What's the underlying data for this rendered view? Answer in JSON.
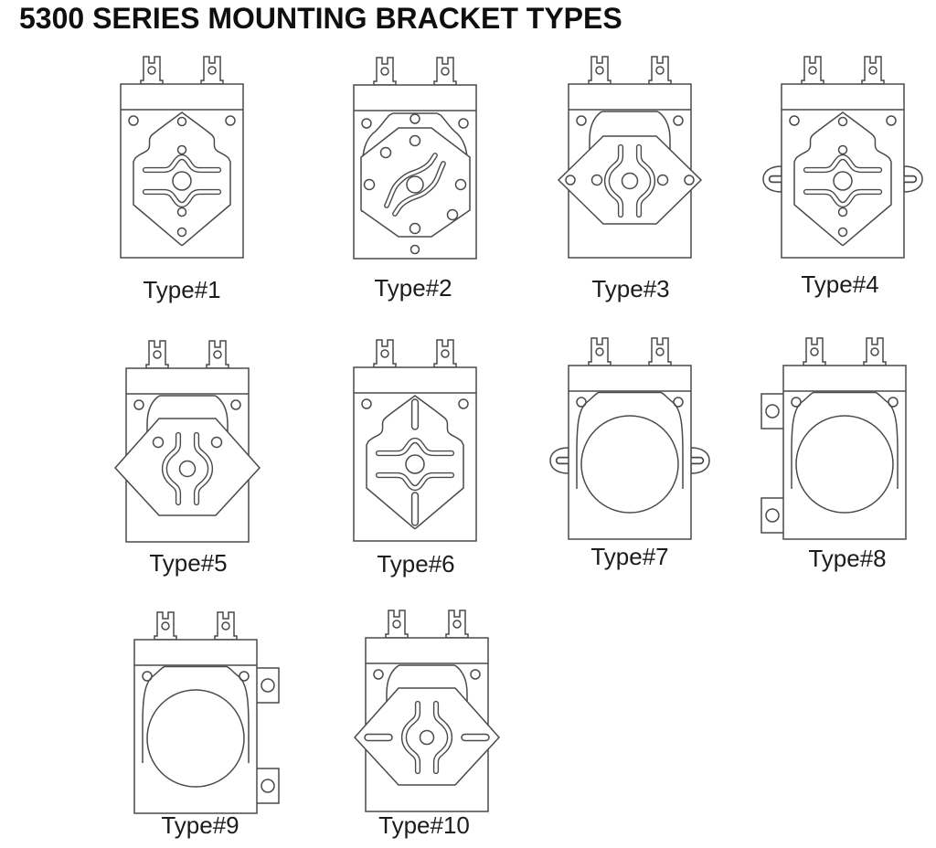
{
  "page": {
    "title": "5300 SERIES MOUNTING BRACKET TYPES",
    "background_color": "#ffffff",
    "line_color": "#4a4a4a",
    "text_color": "#1c1c1c"
  },
  "figures": [
    {
      "label": "Type#1"
    },
    {
      "label": "Type#2"
    },
    {
      "label": "Type#3"
    },
    {
      "label": "Type#4"
    },
    {
      "label": "Type#5"
    },
    {
      "label": "Type#6"
    },
    {
      "label": "Type#7"
    },
    {
      "label": "Type#8"
    },
    {
      "label": "Type#9"
    },
    {
      "label": "Type#10"
    }
  ]
}
